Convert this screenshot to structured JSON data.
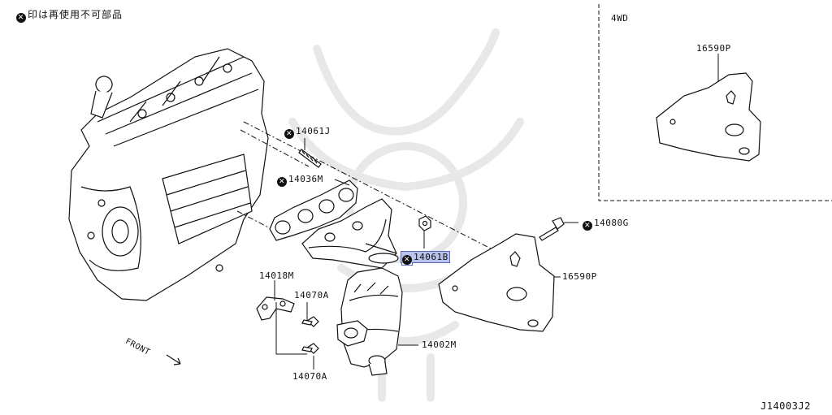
{
  "legend": {
    "text": "印は再使用不可部品"
  },
  "inset": {
    "label": "4WD",
    "part": "16590P"
  },
  "parts": {
    "p14061J": "14061J",
    "p14036M": "14036M",
    "p14061B": "14061B",
    "p14080G": "14080G",
    "p16590P": "16590P",
    "p14018M": "14018M",
    "p14070A_top": "14070A",
    "p14070A_bottom": "14070A",
    "p14002M": "14002M"
  },
  "front": "FRONT",
  "figure_id": "J14003J2",
  "colors": {
    "highlight": "#b9c3ee",
    "line": "#111111",
    "watermark": "#e6e6e6"
  },
  "icons": {
    "non_reusable": "x-circle-icon"
  }
}
